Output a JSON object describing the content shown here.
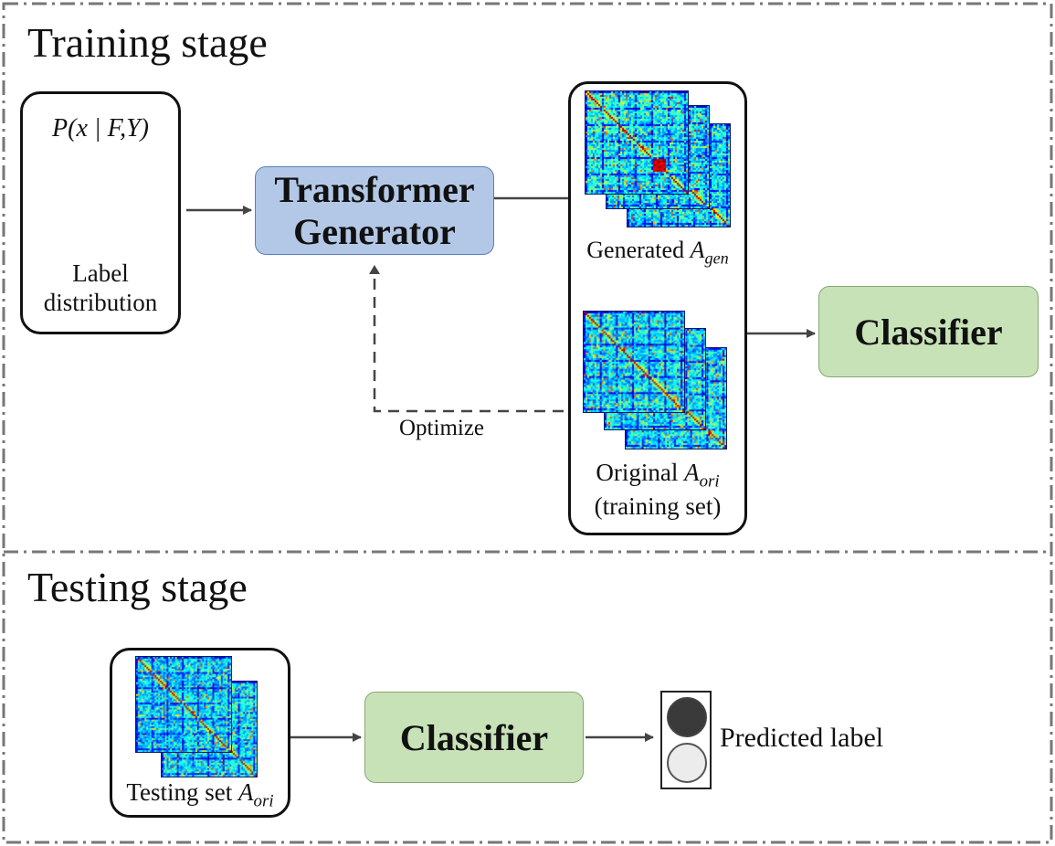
{
  "training": {
    "title": "Training stage",
    "distribution": {
      "formula": "P(x | F,Y)",
      "label_line1": "Label",
      "label_line2": "distribution"
    },
    "generator": {
      "line1": "Transformer",
      "line2": "Generator"
    },
    "generated": {
      "label": "Generated",
      "symbol": "A",
      "subscript": "gen"
    },
    "original": {
      "label": "Original",
      "symbol": "A",
      "subscript": "ori",
      "caption": "(training set)"
    },
    "optimize_label": "Optimize",
    "classifier_label": "Classifier"
  },
  "testing": {
    "title": "Testing stage",
    "testing_set": {
      "label": "Testing set",
      "symbol": "A",
      "subscript": "ori"
    },
    "classifier_label": "Classifier",
    "predicted_label": "Predicted label"
  },
  "colors": {
    "generator_fill": "#b3c8e6",
    "classifier_fill": "#c8e2b8",
    "arrow": "#444444",
    "light_on": "#3a3a3a",
    "light_off": "#ececec"
  }
}
